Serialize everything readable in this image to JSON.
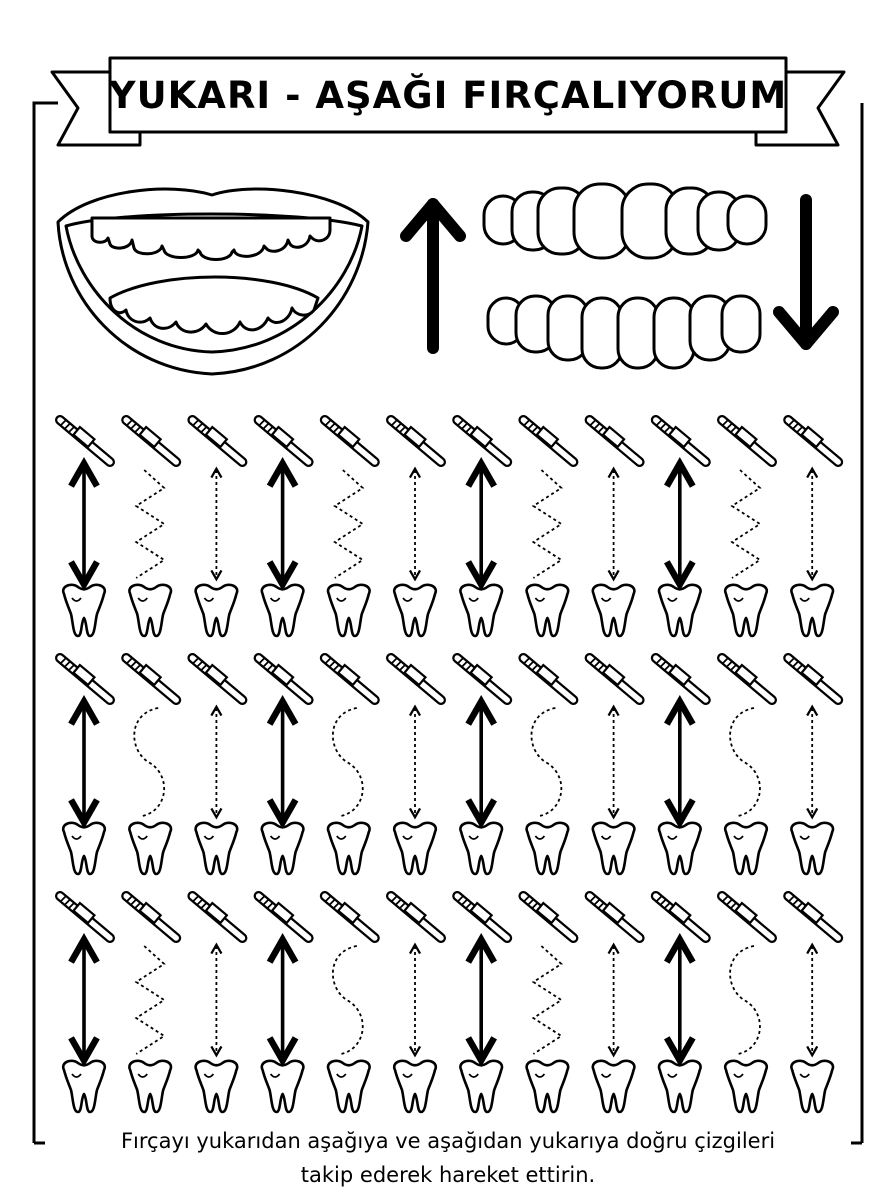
{
  "title": "YUKARI - AŞAĞI FIRÇALIYORUM",
  "instruction_line1": "Fırçayı yukarıdan aşağıya ve aşağıdan yukarıya doğru çizgileri",
  "instruction_line2": "takip ederek hareket ettirin.",
  "columns": 12,
  "rows": [
    {
      "patterns": [
        "solid",
        "zigzag",
        "dotted",
        "solid",
        "zigzag",
        "dotted",
        "solid",
        "zigzag",
        "dotted",
        "solid",
        "zigzag",
        "dotted"
      ]
    },
    {
      "patterns": [
        "solid",
        "curve",
        "dotted",
        "solid",
        "curve",
        "dotted",
        "solid",
        "curve",
        "dotted",
        "solid",
        "curve",
        "dotted"
      ]
    },
    {
      "patterns": [
        "solid",
        "zigzag",
        "dotted",
        "solid",
        "curve",
        "dotted",
        "solid",
        "zigzag",
        "dotted",
        "solid",
        "curve",
        "dotted"
      ]
    }
  ],
  "icons": {
    "mouth": "smiling-mouth-icon",
    "teeth": "teeth-rows-icon",
    "up_arrow": "arrow-up-icon",
    "down_arrow": "arrow-down-icon",
    "brush": "toothbrush-icon",
    "tooth": "tooth-icon"
  },
  "colors": {
    "ink": "#000000",
    "paper": "#ffffff"
  }
}
